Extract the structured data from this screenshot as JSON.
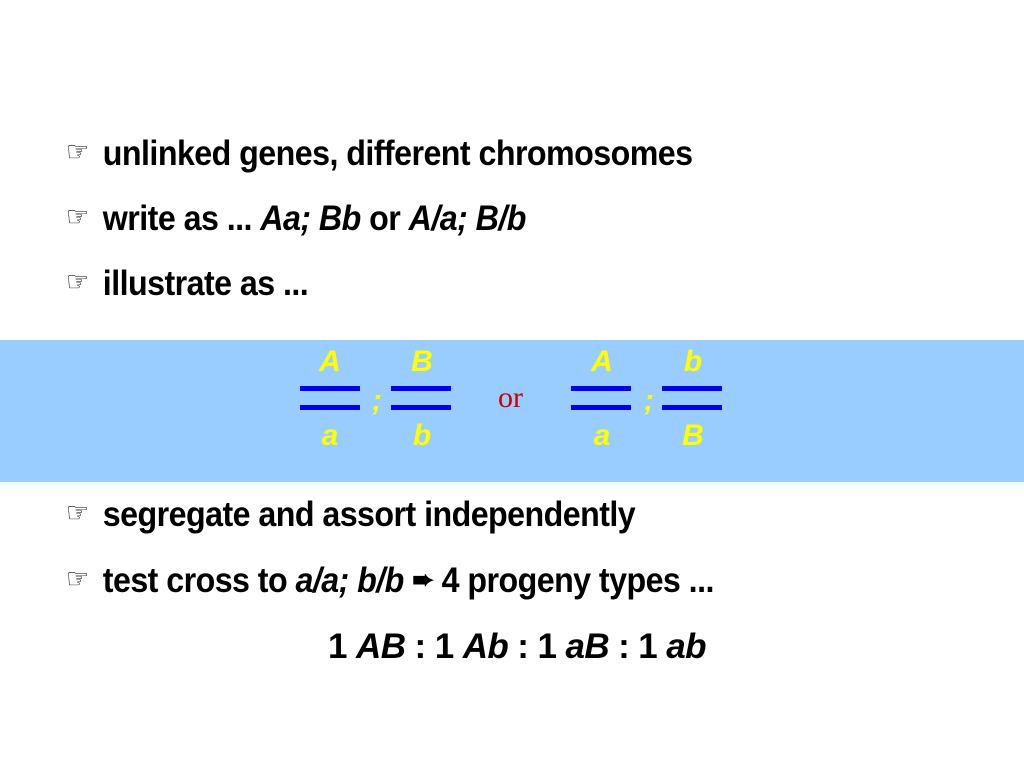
{
  "bullets": [
    {
      "plain": "unlinked genes, different chromosomes"
    },
    {
      "p1": "write as ... ",
      "i1": "Aa; Bb",
      "p2": " or ",
      "i2": "A/a; B/b"
    },
    {
      "plain": "illustrate as ..."
    },
    {
      "plain": "segregate and assort independently"
    },
    {
      "p1": "test cross to ",
      "i1": "a/a; b/b",
      "p2": " 4 progeny types ..."
    }
  ],
  "bullet_icon": "☞",
  "arrow_icon": "➨",
  "diagram": {
    "left": {
      "top1": "A",
      "top2": "B",
      "bottom1": "a",
      "bottom2": "b",
      "sep": ";"
    },
    "or_label": "or",
    "right": {
      "top1": "A",
      "top2": "b",
      "bottom1": "a",
      "bottom2": "B",
      "sep": ";"
    },
    "band_color": "#99ccff",
    "chromosome_color": "#0000ee",
    "allele_color": "#ffff00",
    "or_color": "#cc0000"
  },
  "ratio": {
    "n1": "1 ",
    "g1": "AB",
    "s1": " : 1 ",
    "g2": "Ab",
    "s2": " : 1 ",
    "g3": "aB",
    "s3": " : 1 ",
    "g4": "ab"
  }
}
